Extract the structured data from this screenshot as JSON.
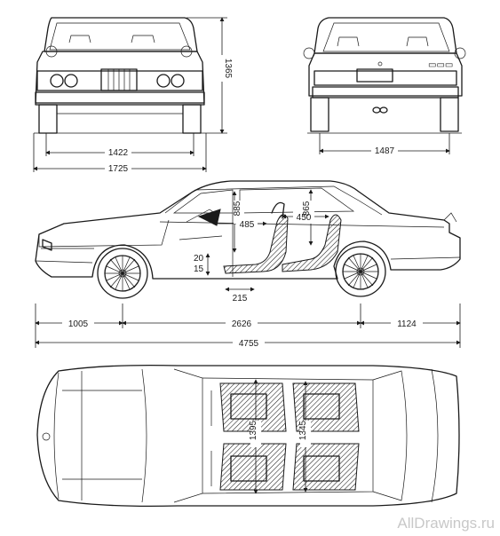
{
  "dimensions": {
    "front_height": "1365",
    "front_track": "1422",
    "overall_width": "1725",
    "rear_track": "1487",
    "front_headroom": "885",
    "rear_headroom": "865",
    "front_legroom": "485",
    "rear_legroom": "450",
    "seat_travel_upper": "20",
    "seat_travel_lower": "15",
    "seat_slide": "215",
    "front_overhang": "1005",
    "wheelbase": "2626",
    "rear_overhang": "1124",
    "overall_length": "4755",
    "front_shoulder": "1395",
    "rear_shoulder": "1345"
  },
  "watermark": "AllDrawings.ru"
}
